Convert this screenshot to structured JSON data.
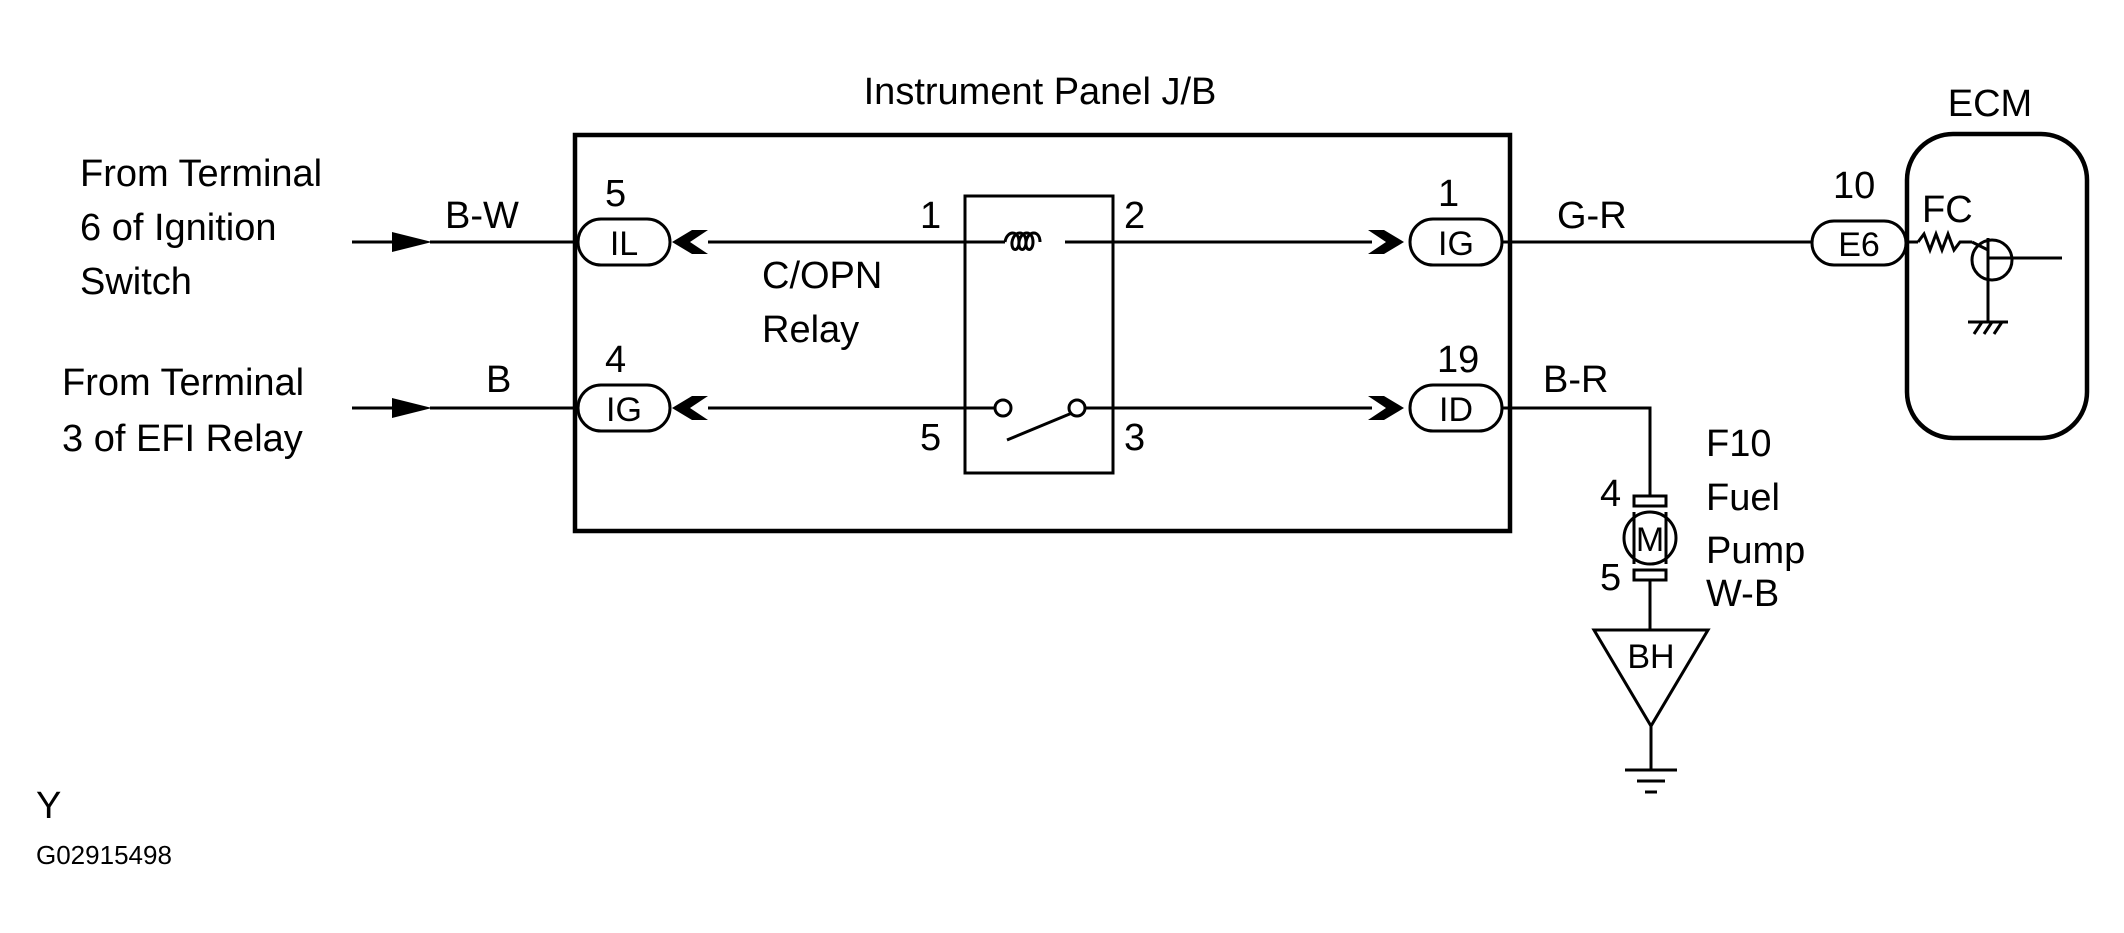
{
  "colors": {
    "ink": "#000000",
    "background": "#ffffff"
  },
  "blocks": {
    "jb_title": "Instrument Panel J/B",
    "ecm_title": "ECM",
    "relay_name_1": "C/OPN",
    "relay_name_2": "Relay"
  },
  "sources": {
    "ign_1": "From Terminal",
    "ign_2": "6 of Ignition",
    "ign_3": "Switch",
    "efi_1": "From Terminal",
    "efi_2": "3 of EFI Relay"
  },
  "wires": {
    "bw": "B-W",
    "b": "B",
    "gr": "G-R",
    "br": "B-R",
    "wb": "W-B"
  },
  "connectors": {
    "il": {
      "pin": "5",
      "code": "IL"
    },
    "ig_left": {
      "pin": "4",
      "code": "IG"
    },
    "ig_right": {
      "pin": "1",
      "code": "IG"
    },
    "id": {
      "pin": "19",
      "code": "ID"
    },
    "e6": {
      "pin": "10",
      "code": "E6"
    }
  },
  "relay_pins": {
    "p1": "1",
    "p2": "2",
    "p3": "3",
    "p5": "5"
  },
  "ecm_signal": "FC",
  "pump": {
    "ref": "F10",
    "name_1": "Fuel",
    "name_2": "Pump",
    "symbol": "M",
    "pin_top": "4",
    "pin_bottom": "5"
  },
  "ground_point": "BH",
  "footer": {
    "code": "Y",
    "figure_id": "G02915498"
  }
}
